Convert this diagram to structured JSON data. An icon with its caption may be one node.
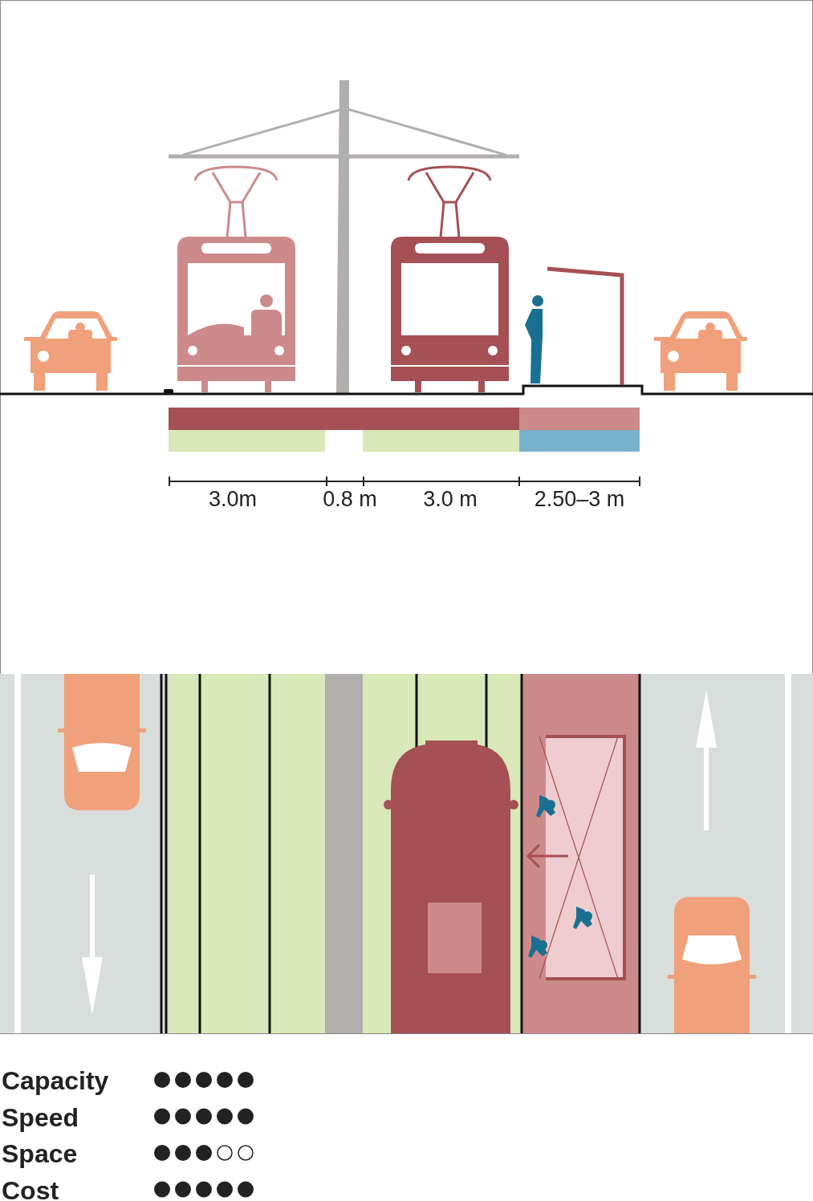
{
  "diagram": {
    "labels": [
      "3.0m",
      "0.8 m",
      "3.0 m",
      "2.50–3 m",
      "Capacity",
      "Speed",
      "Space",
      "Cost"
    ]
  }
}
